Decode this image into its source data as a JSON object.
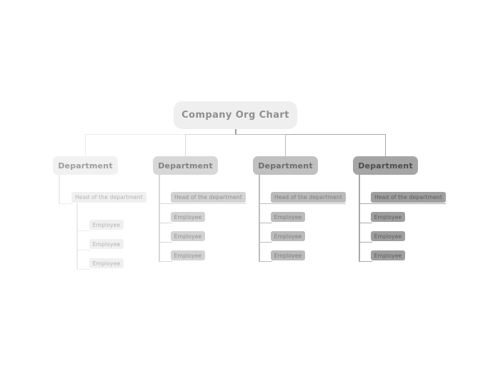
{
  "page": {
    "background": "#ffffff"
  },
  "root": {
    "label": "Company Org Chart",
    "fill": "#efefef",
    "text_color": "#8f8f8f"
  },
  "connectors": {
    "root_stub_color": "#9c9c9c"
  },
  "columns": [
    {
      "style": "indented",
      "department": {
        "label": "Department",
        "fill": "#f1f1f1",
        "text_color": "#9d9d9d"
      },
      "head": {
        "label": "Head of the department",
        "fill": "#f0f0f0",
        "text_color": "#b1b1b1"
      },
      "employees": [
        "Employee",
        "Employee",
        "Employee"
      ],
      "employee_fill": "#f0f0f0",
      "employee_text_color": "#b1b1b1",
      "line_color": "#ececec"
    },
    {
      "style": "aligned",
      "department": {
        "label": "Department",
        "fill": "#d7d7d7",
        "text_color": "#828282"
      },
      "head": {
        "label": "Head of the department",
        "fill": "#d3d3d3",
        "text_color": "#909090"
      },
      "employees": [
        "Employee",
        "Employee",
        "Employee"
      ],
      "employee_fill": "#d3d3d3",
      "employee_text_color": "#909090",
      "line_color": "#d8d8d8"
    },
    {
      "style": "aligned",
      "department": {
        "label": "Department",
        "fill": "#c0c0c0",
        "text_color": "#6d6d6d"
      },
      "head": {
        "label": "Head of the department",
        "fill": "#bbbbbb",
        "text_color": "#7c7c7c"
      },
      "employees": [
        "Employee",
        "Employee",
        "Employee"
      ],
      "employee_fill": "#bbbbbb",
      "employee_text_color": "#7c7c7c",
      "line_color": "#bdbdbd"
    },
    {
      "style": "aligned",
      "department": {
        "label": "Department",
        "fill": "#a5a5a5",
        "text_color": "#4d4d4d"
      },
      "head": {
        "label": "Head of the department",
        "fill": "#9f9f9f",
        "text_color": "#5a5a5a"
      },
      "employees": [
        "Employee",
        "Employee",
        "Employee"
      ],
      "employee_fill": "#9f9f9f",
      "employee_text_color": "#5a5a5a",
      "line_color": "#a9a9a9"
    }
  ]
}
